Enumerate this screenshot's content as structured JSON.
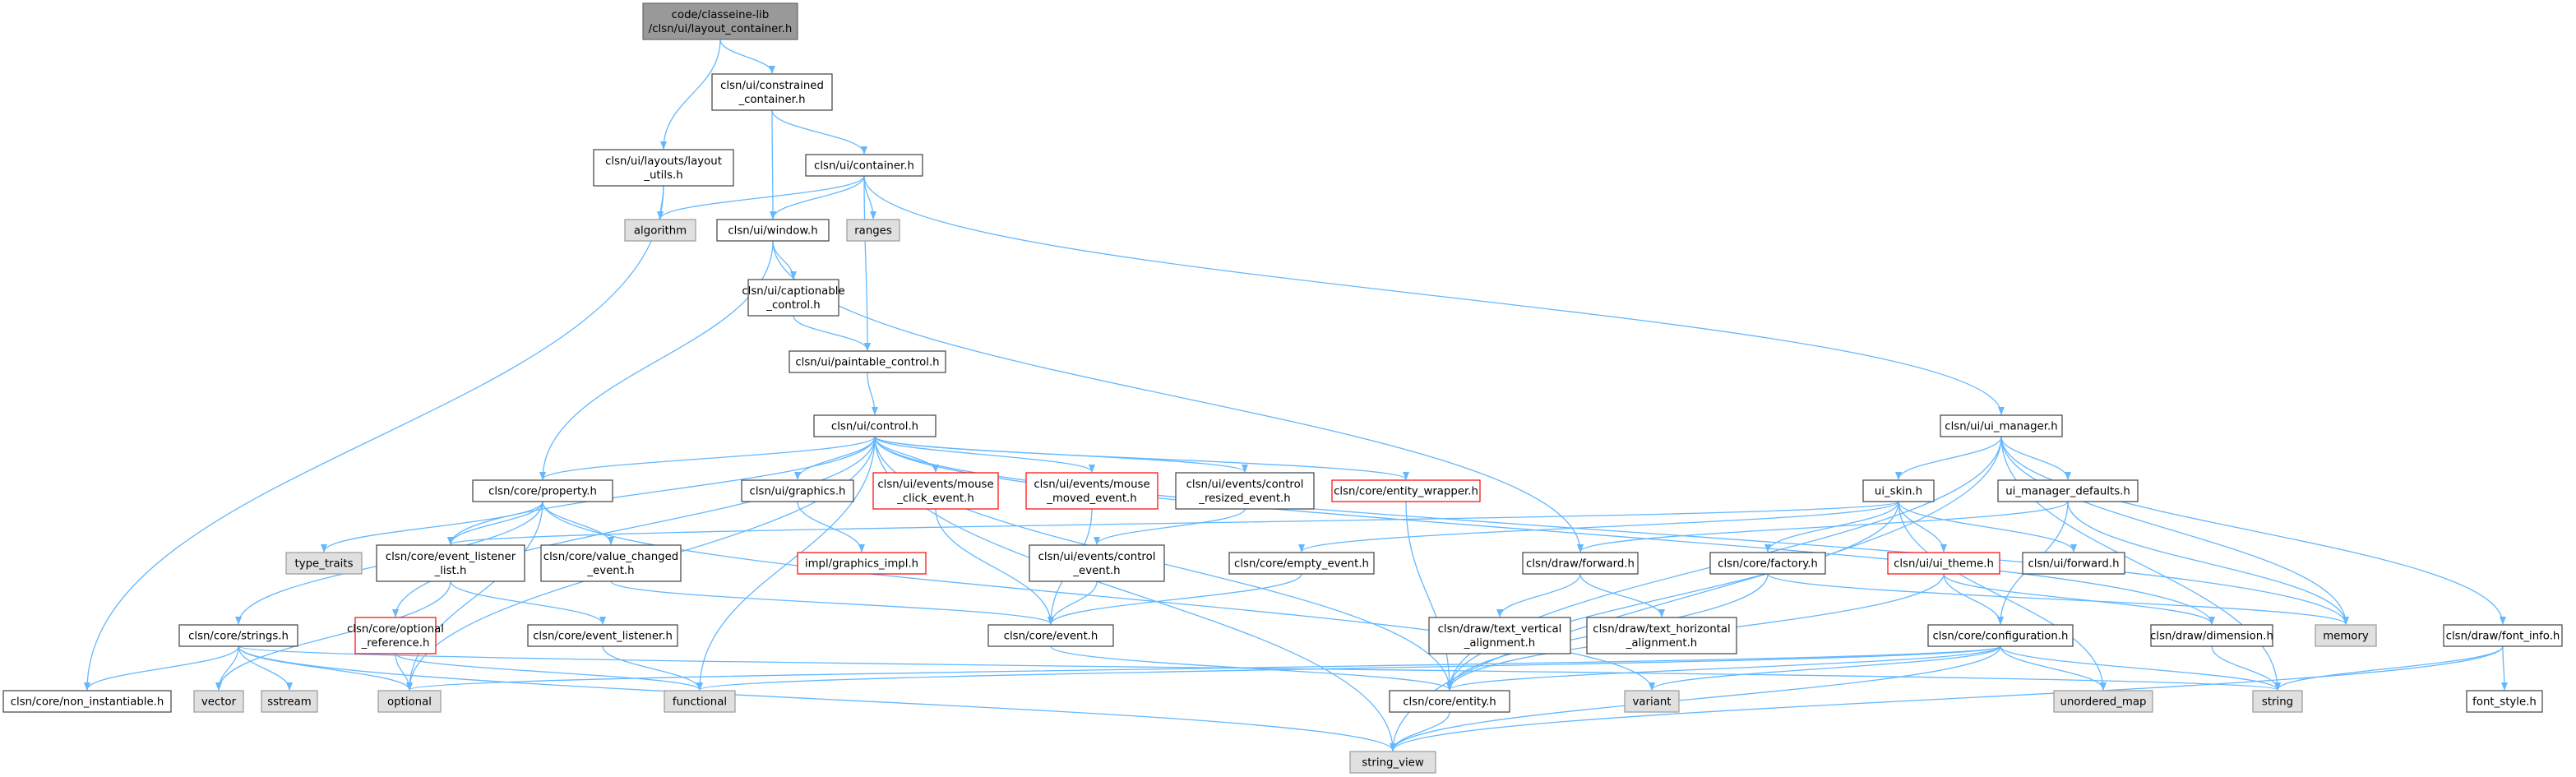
{
  "colors": {
    "edge": "#63b8ff",
    "node_fill": "#ffffff",
    "node_border": "#404040",
    "root_fill": "#999999",
    "root_border": "#666666",
    "external_fill": "#e0e0e0",
    "external_border": "#999999",
    "truncated_border": "#ff0000",
    "truncated_text": "#ff0000"
  },
  "nodes": {
    "layout_container": {
      "lines": [
        "code/classeine-lib",
        "/clsn/ui/layout_container.h"
      ],
      "style": "root"
    },
    "constrained_container": {
      "lines": [
        "clsn/ui/constrained",
        "_container.h"
      ],
      "style": "normal"
    },
    "layout_utils": {
      "lines": [
        "clsn/ui/layouts/layout",
        "_utils.h"
      ],
      "style": "normal"
    },
    "container": {
      "lines": [
        "clsn/ui/container.h"
      ],
      "style": "normal"
    },
    "algorithm": {
      "lines": [
        "algorithm"
      ],
      "style": "external"
    },
    "window": {
      "lines": [
        "clsn/ui/window.h"
      ],
      "style": "normal"
    },
    "ranges": {
      "lines": [
        "ranges"
      ],
      "style": "external"
    },
    "captionable_control": {
      "lines": [
        "clsn/ui/captionable",
        "_control.h"
      ],
      "style": "normal"
    },
    "paintable_control": {
      "lines": [
        "clsn/ui/paintable_control.h"
      ],
      "style": "normal"
    },
    "control": {
      "lines": [
        "clsn/ui/control.h"
      ],
      "style": "normal"
    },
    "property": {
      "lines": [
        "clsn/core/property.h"
      ],
      "style": "normal"
    },
    "graphics": {
      "lines": [
        "clsn/ui/graphics.h"
      ],
      "style": "normal"
    },
    "mouse_click": {
      "lines": [
        "clsn/ui/events/mouse",
        "_click_event.h"
      ],
      "style": "truncated"
    },
    "mouse_moved": {
      "lines": [
        "clsn/ui/events/mouse",
        "_moved_event.h"
      ],
      "style": "truncated"
    },
    "control_resized": {
      "lines": [
        "clsn/ui/events/control",
        "_resized_event.h"
      ],
      "style": "normal"
    },
    "entity_wrapper": {
      "lines": [
        "clsn/core/entity_wrapper.h"
      ],
      "style": "truncated"
    },
    "ui_manager": {
      "lines": [
        "clsn/ui/ui_manager.h"
      ],
      "style": "normal"
    },
    "ui_skin": {
      "lines": [
        "ui_skin.h"
      ],
      "style": "normal"
    },
    "ui_manager_defaults": {
      "lines": [
        "ui_manager_defaults.h"
      ],
      "style": "normal"
    },
    "type_traits": {
      "lines": [
        "type_traits"
      ],
      "style": "external"
    },
    "event_listener_list": {
      "lines": [
        "clsn/core/event_listener",
        "_list.h"
      ],
      "style": "normal"
    },
    "value_changed": {
      "lines": [
        "clsn/core/value_changed",
        "_event.h"
      ],
      "style": "normal"
    },
    "graphics_impl": {
      "lines": [
        "impl/graphics_impl.h"
      ],
      "style": "truncated"
    },
    "control_event": {
      "lines": [
        "clsn/ui/events/control",
        "_event.h"
      ],
      "style": "normal"
    },
    "empty_event": {
      "lines": [
        "clsn/core/empty_event.h"
      ],
      "style": "normal"
    },
    "draw_forward": {
      "lines": [
        "clsn/draw/forward.h"
      ],
      "style": "normal"
    },
    "factory": {
      "lines": [
        "clsn/core/factory.h"
      ],
      "style": "normal"
    },
    "ui_theme": {
      "lines": [
        "clsn/ui/ui_theme.h"
      ],
      "style": "truncated"
    },
    "ui_forward": {
      "lines": [
        "clsn/ui/forward.h"
      ],
      "style": "normal"
    },
    "strings": {
      "lines": [
        "clsn/core/strings.h"
      ],
      "style": "normal"
    },
    "optional_reference": {
      "lines": [
        "clsn/core/optional",
        "_reference.h"
      ],
      "style": "truncated"
    },
    "event_listener": {
      "lines": [
        "clsn/core/event_listener.h"
      ],
      "style": "normal"
    },
    "event": {
      "lines": [
        "clsn/core/event.h"
      ],
      "style": "normal"
    },
    "text_vertical": {
      "lines": [
        "clsn/draw/text_vertical",
        "_alignment.h"
      ],
      "style": "normal"
    },
    "text_horizontal": {
      "lines": [
        "clsn/draw/text_horizontal",
        "_alignment.h"
      ],
      "style": "normal"
    },
    "configuration": {
      "lines": [
        "clsn/core/configuration.h"
      ],
      "style": "normal"
    },
    "dimension": {
      "lines": [
        "clsn/draw/dimension.h"
      ],
      "style": "normal"
    },
    "memory": {
      "lines": [
        "memory"
      ],
      "style": "external"
    },
    "font_info": {
      "lines": [
        "clsn/draw/font_info.h"
      ],
      "style": "normal"
    },
    "non_instantiable": {
      "lines": [
        "clsn/core/non_instantiable.h"
      ],
      "style": "normal"
    },
    "vector": {
      "lines": [
        "vector"
      ],
      "style": "external"
    },
    "sstream": {
      "lines": [
        "sstream"
      ],
      "style": "external"
    },
    "optional": {
      "lines": [
        "optional"
      ],
      "style": "external"
    },
    "functional": {
      "lines": [
        "functional"
      ],
      "style": "external"
    },
    "entity": {
      "lines": [
        "clsn/core/entity.h"
      ],
      "style": "normal"
    },
    "variant": {
      "lines": [
        "variant"
      ],
      "style": "external"
    },
    "unordered_map": {
      "lines": [
        "unordered_map"
      ],
      "style": "external"
    },
    "string": {
      "lines": [
        "string"
      ],
      "style": "external"
    },
    "font_style": {
      "lines": [
        "font_style.h"
      ],
      "style": "normal"
    },
    "string_view": {
      "lines": [
        "string_view"
      ],
      "style": "external"
    }
  },
  "edges": [
    [
      "layout_container",
      "constrained_container"
    ],
    [
      "layout_container",
      "layout_utils"
    ],
    [
      "constrained_container",
      "container"
    ],
    [
      "constrained_container",
      "window"
    ],
    [
      "layout_utils",
      "algorithm"
    ],
    [
      "layout_utils",
      "non_instantiable"
    ],
    [
      "container",
      "algorithm"
    ],
    [
      "container",
      "window"
    ],
    [
      "container",
      "ranges"
    ],
    [
      "container",
      "paintable_control"
    ],
    [
      "container",
      "ui_manager"
    ],
    [
      "window",
      "captionable_control"
    ],
    [
      "window",
      "property"
    ],
    [
      "window",
      "draw_forward"
    ],
    [
      "captionable_control",
      "paintable_control"
    ],
    [
      "paintable_control",
      "control"
    ],
    [
      "control",
      "property"
    ],
    [
      "control",
      "graphics"
    ],
    [
      "control",
      "mouse_click"
    ],
    [
      "control",
      "mouse_moved"
    ],
    [
      "control",
      "control_resized"
    ],
    [
      "control",
      "entity_wrapper"
    ],
    [
      "control",
      "event_listener_list"
    ],
    [
      "control",
      "optional_reference"
    ],
    [
      "control",
      "functional"
    ],
    [
      "control",
      "string_view"
    ],
    [
      "control",
      "entity"
    ],
    [
      "control",
      "dimension"
    ],
    [
      "control",
      "memory"
    ],
    [
      "control",
      "optional"
    ],
    [
      "property",
      "type_traits"
    ],
    [
      "property",
      "event_listener_list"
    ],
    [
      "property",
      "value_changed"
    ],
    [
      "property",
      "strings"
    ],
    [
      "property",
      "variant"
    ],
    [
      "property",
      "optional"
    ],
    [
      "graphics",
      "graphics_impl"
    ],
    [
      "mouse_click",
      "event"
    ],
    [
      "mouse_moved",
      "event"
    ],
    [
      "control_resized",
      "control_event"
    ],
    [
      "control_event",
      "event"
    ],
    [
      "entity_wrapper",
      "entity"
    ],
    [
      "value_changed",
      "event"
    ],
    [
      "event_listener_list",
      "event_listener"
    ],
    [
      "event_listener_list",
      "vector"
    ],
    [
      "event_listener",
      "functional"
    ],
    [
      "optional_reference",
      "optional"
    ],
    [
      "optional_reference",
      "functional"
    ],
    [
      "strings",
      "non_instantiable"
    ],
    [
      "strings",
      "vector"
    ],
    [
      "strings",
      "sstream"
    ],
    [
      "strings",
      "optional"
    ],
    [
      "strings",
      "string"
    ],
    [
      "strings",
      "string_view"
    ],
    [
      "event",
      "entity"
    ],
    [
      "ui_manager",
      "ui_skin"
    ],
    [
      "ui_manager",
      "ui_manager_defaults"
    ],
    [
      "ui_manager",
      "memory"
    ],
    [
      "ui_manager",
      "font_info"
    ],
    [
      "ui_manager",
      "string_view"
    ],
    [
      "ui_manager",
      "entity"
    ],
    [
      "ui_manager",
      "string"
    ],
    [
      "ui_skin",
      "empty_event"
    ],
    [
      "ui_skin",
      "factory"
    ],
    [
      "ui_skin",
      "ui_theme"
    ],
    [
      "ui_skin",
      "ui_forward"
    ],
    [
      "ui_skin",
      "event_listener_list"
    ],
    [
      "ui_skin",
      "entity"
    ],
    [
      "ui_skin",
      "unordered_map"
    ],
    [
      "ui_manager_defaults",
      "draw_forward"
    ],
    [
      "ui_manager_defaults",
      "configuration"
    ],
    [
      "ui_manager_defaults",
      "memory"
    ],
    [
      "empty_event",
      "event"
    ],
    [
      "draw_forward",
      "text_vertical"
    ],
    [
      "draw_forward",
      "text_horizontal"
    ],
    [
      "factory",
      "memory"
    ],
    [
      "factory",
      "entity"
    ],
    [
      "ui_theme",
      "configuration"
    ],
    [
      "ui_theme",
      "dimension"
    ],
    [
      "ui_theme",
      "entity"
    ],
    [
      "configuration",
      "optional"
    ],
    [
      "configuration",
      "functional"
    ],
    [
      "configuration",
      "entity"
    ],
    [
      "configuration",
      "variant"
    ],
    [
      "configuration",
      "unordered_map"
    ],
    [
      "configuration",
      "string"
    ],
    [
      "configuration",
      "string_view"
    ],
    [
      "dimension",
      "string"
    ],
    [
      "font_info",
      "font_style"
    ],
    [
      "font_info",
      "string"
    ],
    [
      "font_info",
      "string_view"
    ],
    [
      "entity",
      "string_view"
    ]
  ]
}
